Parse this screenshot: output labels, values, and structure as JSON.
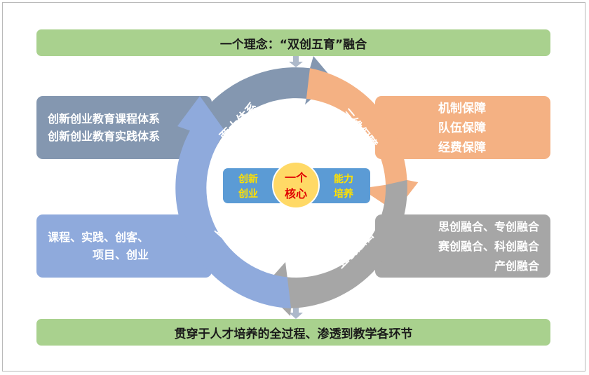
{
  "top_banner": "一个理念：“双创五育”融合",
  "bottom_banner": "贯穿于人才培养的全过程、渗透到教学各环节",
  "core": {
    "line1": "一个",
    "line2": "核心"
  },
  "core_bar": {
    "left": [
      "创新",
      "创业"
    ],
    "right": [
      "能力",
      "培养"
    ]
  },
  "ring_labels": {
    "top_left": "两大体系",
    "top_right": "三维保障",
    "bottom_right": "五创融合",
    "bottom_left": "五级孵化"
  },
  "boxes": {
    "top_left": [
      "创新创业教育课程体系",
      "创新创业教育实践体系"
    ],
    "top_right": [
      "机制保障",
      "队伍保障",
      "经费保障"
    ],
    "bottom_right": [
      "思创融合、专创融合",
      "赛创融合、科创融合",
      "产创融合"
    ],
    "bottom_left": [
      "课程、实践、创客、",
      "项目、创业"
    ]
  },
  "colors": {
    "banner": "#a9d18e",
    "slate": "#8497b0",
    "salmon": "#f4b183",
    "gray": "#a6a6a6",
    "blue": "#8faadc",
    "core_yellow": "#ffd966",
    "core_text": "#e00000",
    "bar_blue": "#5b9bd5",
    "bar_text": "#ffe000",
    "connector": "#adb9ca"
  }
}
